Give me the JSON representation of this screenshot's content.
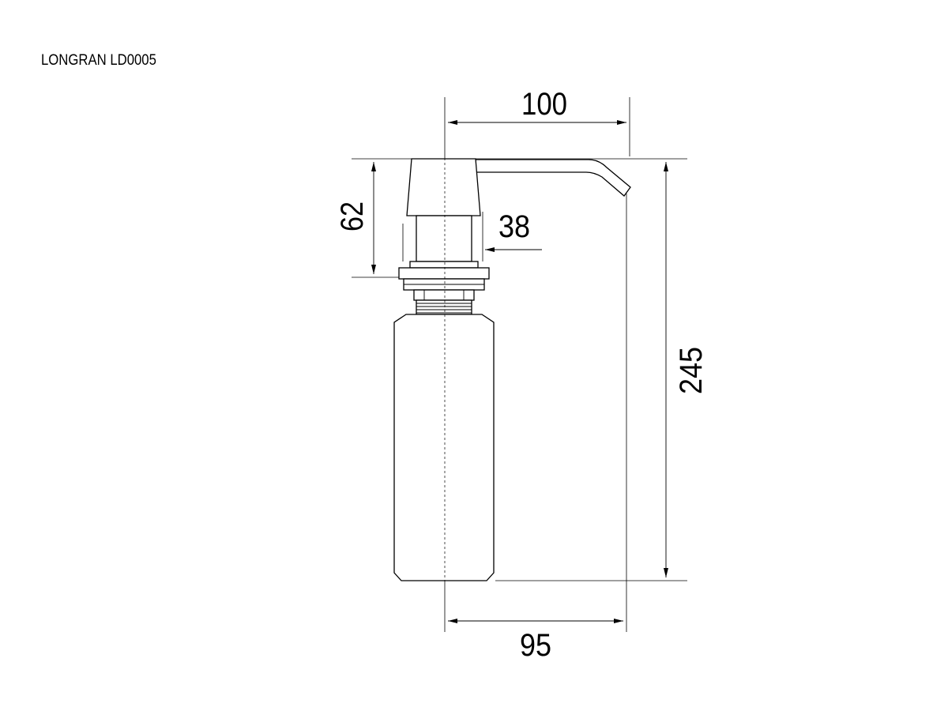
{
  "title": "LONGRAN LD0005",
  "dimensions": {
    "spout_reach": "100",
    "head_height": "62",
    "thread_diameter": "38",
    "total_height": "245",
    "bottle_offset": "95"
  }
}
